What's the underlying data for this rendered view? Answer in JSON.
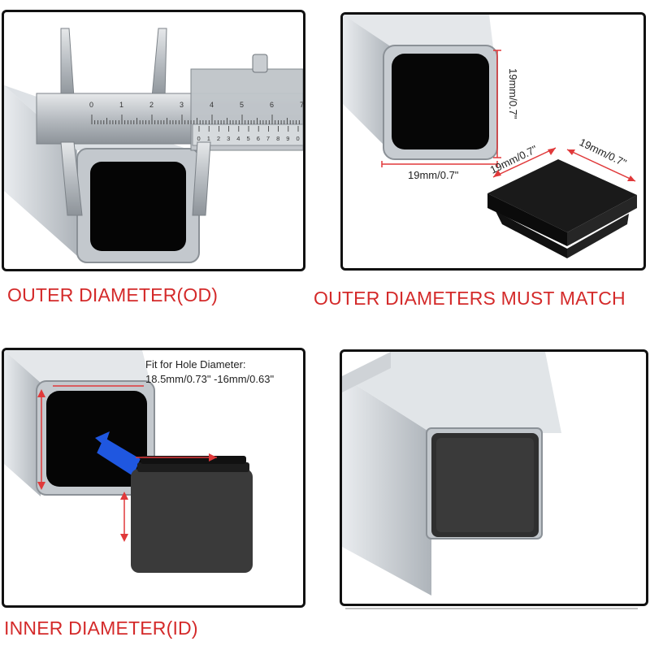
{
  "panels": {
    "caliper": {
      "main_scale": [
        "0",
        "1",
        "2",
        "3",
        "4",
        "5",
        "6",
        "7"
      ],
      "vernier_scale": [
        "0",
        "1",
        "2",
        "3",
        "4",
        "5",
        "6",
        "7",
        "8",
        "9",
        "0"
      ]
    },
    "match": {
      "tube_height_label": "19mm/0.7\"",
      "tube_width_label": "19mm/0.7\"",
      "cap_width_label_left": "19mm/0.7\"",
      "cap_width_label_right": "19mm/0.7\""
    },
    "inner": {
      "fit_label_line1": "Fit for Hole Diameter:",
      "fit_label_line2": "18.5mm/0.73\" -16mm/0.63\""
    }
  },
  "captions": {
    "outer": "OUTER DIAMETER(OD)",
    "match": "OUTER DIAMETERS MUST MATCH",
    "inner": "INNER DIAMETER(ID)"
  },
  "colors": {
    "caption_red": "#d42a2a",
    "dimension_red": "#e0393a",
    "arrow_blue": "#1f57e0"
  }
}
